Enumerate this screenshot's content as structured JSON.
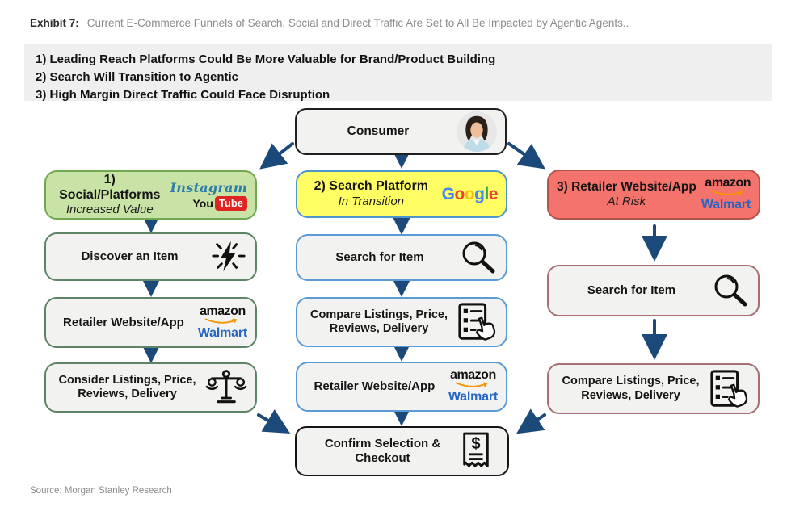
{
  "header": {
    "exhibit_label": "Exhibit 7:",
    "title": "Current E-Commerce Funnels of Search, Social and Direct Traffic Are Set to All Be Impacted by Agentic Agents.."
  },
  "key_points": {
    "point1": "1)  Leading Reach Platforms Could Be More Valuable for Brand/Product Building",
    "point2": "2)  Search Will Transition to Agentic",
    "point3": "3)  High Margin Direct Traffic Could Face Disruption"
  },
  "flow": {
    "consumer": "Consumer",
    "social_title": "1)  Social/Platforms",
    "social_subtitle": "Increased Value",
    "search_title": "2) Search Platform",
    "search_subtitle": "In Transition",
    "risk_title": "3) Retailer Website/App",
    "risk_subtitle": "At Risk",
    "discover": "Discover an Item",
    "retailer_left": "Retailer Website/App",
    "consider": "Consider Listings, Price, Reviews, Delivery",
    "search_item_mid": "Search for Item",
    "compare_mid": "Compare Listings, Price, Reviews, Delivery",
    "retailer_mid": "Retailer Website/App",
    "confirm": "Confirm Selection & Checkout",
    "search_item_right": "Search for Item",
    "compare_right": "Compare Listings, Price, Reviews, Delivery"
  },
  "logos": {
    "instagram": "Instagram",
    "youtube_you": "You",
    "youtube_tube": "Tube",
    "google_letters": [
      {
        "ch": "G",
        "color": "#4285F4"
      },
      {
        "ch": "o",
        "color": "#EA4335"
      },
      {
        "ch": "o",
        "color": "#FBBC05"
      },
      {
        "ch": "g",
        "color": "#4285F4"
      },
      {
        "ch": "l",
        "color": "#34A853"
      },
      {
        "ch": "e",
        "color": "#EA4335"
      }
    ],
    "amazon": "amazon",
    "walmart": "Walmart"
  },
  "colors": {
    "arrow": "#1b4a7a",
    "social_bg": "#c9e3a6",
    "social_border": "#6fa84f",
    "search_bg": "#ffff63",
    "search_border": "#4d96cd",
    "risk_bg": "#f4736c",
    "risk_border": "#b0544e",
    "node_bg": "#f2f2f0",
    "key_box_bg": "#efefef",
    "amazon_smile": "#f79400",
    "walmart_blue": "#2566c7",
    "youtube_red": "#e02424",
    "instagram_teal": "#2d7da8"
  },
  "source": "Source: Morgan Stanley Research"
}
